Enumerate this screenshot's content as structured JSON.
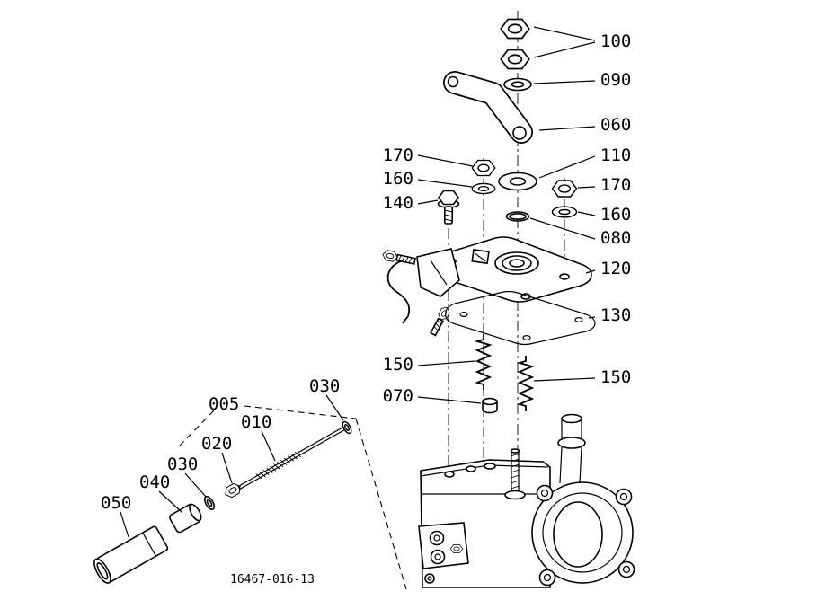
{
  "page": {
    "background": "#ffffff",
    "ink": "#000000"
  },
  "diagram": {
    "type": "exploded-parts-diagram",
    "drawing_number": "16467-016-13",
    "part_labels": {
      "p100": "100",
      "p090": "090",
      "p060": "060",
      "p110": "110",
      "p170_right": "170",
      "p160_right": "160",
      "p080": "080",
      "p120": "120",
      "p130": "130",
      "p150_right": "150",
      "p170_left": "170",
      "p160_left": "160",
      "p140": "140",
      "p150_left": "150",
      "p070": "070",
      "p030_upper": "030",
      "p005": "005",
      "p010": "010",
      "p020": "020",
      "p030_lower": "030",
      "p040": "040",
      "p050": "050"
    }
  }
}
